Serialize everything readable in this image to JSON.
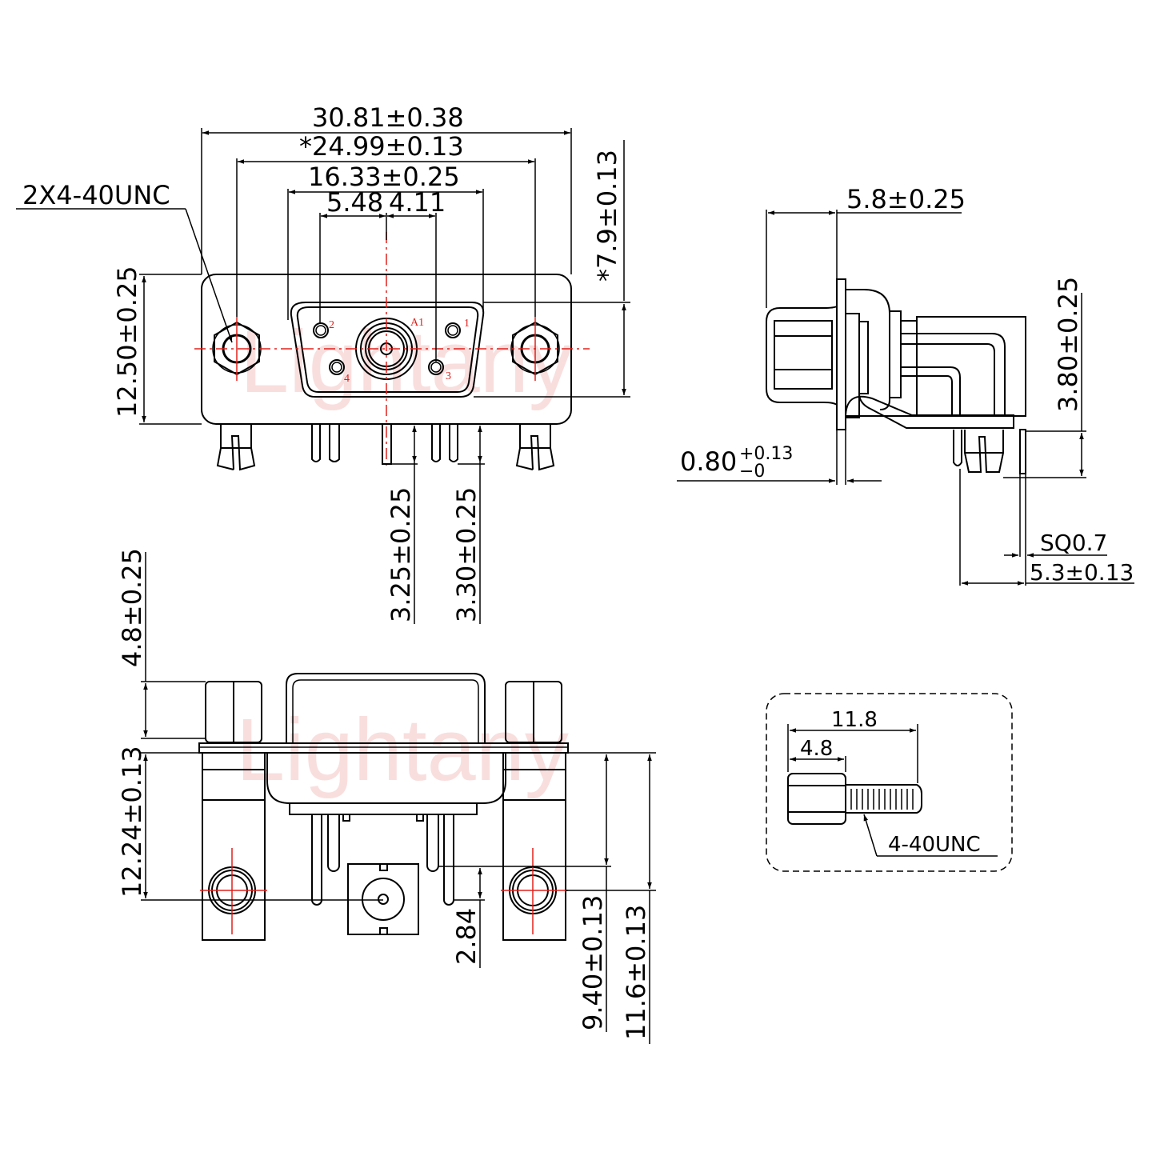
{
  "drawing": {
    "title": "D-SUB 1W4 right-angle connector dimension drawing",
    "watermark": "Lightany",
    "line_color": "#000000",
    "centerline_color": "#e0201b",
    "watermark_color": "#f6c9c9"
  },
  "front_view": {
    "thread_callout": "2X4-40UNC",
    "overall_width": "30.81±0.38",
    "mount_hole_spacing": "*24.99±0.13",
    "shell_width": "16.33±0.25",
    "pitch_left": "5.48",
    "pitch_right": "4.11",
    "flange_height": "12.50±0.25",
    "shell_height": "*7.9±0.13",
    "pin_length_a": "3.25±0.25",
    "pin_length_b": "3.30±0.25",
    "pin_labels": [
      "A1",
      "1",
      "2",
      "3",
      "4"
    ]
  },
  "side_view": {
    "depth": "5.8±0.25",
    "flange_thickness_main": "0.80",
    "flange_thickness_tol_upper": "+0.13",
    "flange_thickness_tol_lower": "−0",
    "tail_height": "3.80±0.25",
    "pin_size": "SQ0.7",
    "pin_offset": "5.3±0.13"
  },
  "bottom_view": {
    "nut_height": "4.8±0.25",
    "board_depth": "12.24±0.13",
    "row_spacing": "2.84",
    "row1_depth": "9.40±0.13",
    "hole_depth": "11.6±0.13"
  },
  "screw_detail": {
    "overall_length": "11.8",
    "hex_length": "4.8",
    "thread_callout": "4-40UNC"
  }
}
